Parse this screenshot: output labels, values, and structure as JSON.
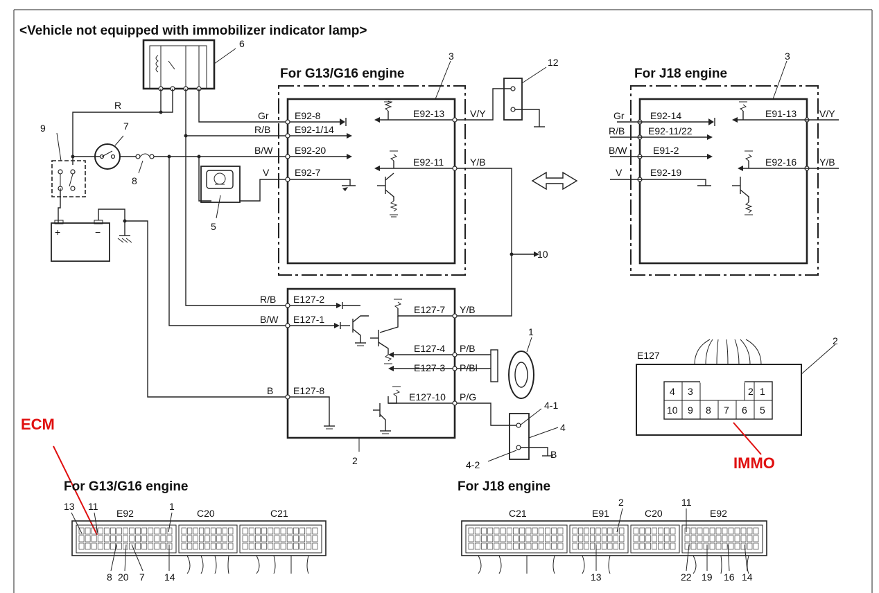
{
  "title": "<Vehicle not equipped with immobilizer indicator lamp>",
  "headings": {
    "g13_main": "For G13/G16 engine",
    "j18_main": "For J18 engine",
    "g13_conn": "For G13/G16 engine",
    "j18_conn": "For J18 engine"
  },
  "callouts": {
    "ecm": "ECM",
    "immo": "IMMO"
  },
  "numbers": {
    "n1": "1",
    "n2": "2",
    "n2b": "2",
    "n3": "3",
    "n3b": "3",
    "n4": "4",
    "n4_1": "4-1",
    "n4_2": "4-2",
    "n5": "5",
    "n6": "6",
    "n7": "7",
    "n8": "8",
    "n9": "9",
    "n10": "10",
    "n12": "12"
  },
  "wires": {
    "r": "R",
    "gr": "Gr",
    "rb": "R/B",
    "bw": "B/W",
    "v": "V",
    "vy": "V/Y",
    "yb": "Y/B",
    "rb2": "R/B",
    "bw2": "B/W",
    "yb2": "Y/B",
    "pb": "P/B",
    "pbl": "P/Bl",
    "pg": "P/G",
    "b": "B",
    "b2": "B",
    "j_gr": "Gr",
    "j_rb": "R/B",
    "j_bw": "B/W",
    "j_v": "V",
    "j_vy": "V/Y",
    "j_yb": "Y/B"
  },
  "terminals_g13": {
    "t1": "E92-8",
    "t2": "E92-1/14",
    "t3": "E92-20",
    "t4": "E92-7",
    "t5": "E92-13",
    "t6": "E92-11"
  },
  "terminals_immo": {
    "t1": "E127-2",
    "t2": "E127-1",
    "t3": "E127-7",
    "t4": "E127-4",
    "t5": "E127-3",
    "t6": "E127-10",
    "t7": "E127-8"
  },
  "terminals_j18": {
    "t1": "E92-14",
    "t2": "E92-11/22",
    "t3": "E91-2",
    "t4": "E92-19",
    "t5": "E91-13",
    "t6": "E92-16"
  },
  "connector_e127": {
    "name": "E127",
    "pins_top_left": [
      "4",
      "3"
    ],
    "pins_top_right": [
      "2",
      "1"
    ],
    "pins_bottom": [
      "10",
      "9",
      "8",
      "7",
      "6",
      "5"
    ]
  },
  "ecm_g13": {
    "labels": [
      "E92",
      "C20",
      "C21"
    ],
    "pins_top": [
      "13",
      "11",
      "1"
    ],
    "pins_bottom": [
      "8",
      "20",
      "7",
      "14"
    ]
  },
  "ecm_j18": {
    "labels": [
      "C21",
      "E91",
      "C20",
      "E92"
    ],
    "pins_top": [
      "2",
      "11"
    ],
    "pins_bottom": [
      "13",
      "22",
      "19",
      "16",
      "14"
    ]
  }
}
